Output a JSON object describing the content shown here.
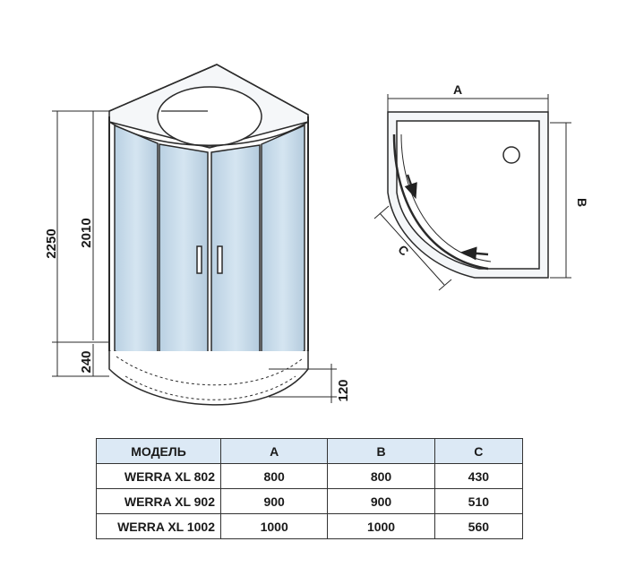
{
  "front_view": {
    "total_height": "2250",
    "cabin_height": "2010",
    "tray_height": "240",
    "tray_lip": "120"
  },
  "top_view": {
    "width_label": "A",
    "depth_label": "B",
    "door_label": "C"
  },
  "table": {
    "headers": [
      "МОДЕЛЬ",
      "A",
      "B",
      "C"
    ],
    "rows": [
      {
        "model": "WERRA XL 802",
        "a": "800",
        "b": "800",
        "c": "430"
      },
      {
        "model": "WERRA XL 902",
        "a": "900",
        "b": "900",
        "c": "510"
      },
      {
        "model": "WERRA XL 1002",
        "a": "1000",
        "b": "1000",
        "c": "560"
      }
    ]
  },
  "colors": {
    "glass": "#c9dcea",
    "outline": "#2a2a2a",
    "header_fill": "#dce9f5"
  }
}
